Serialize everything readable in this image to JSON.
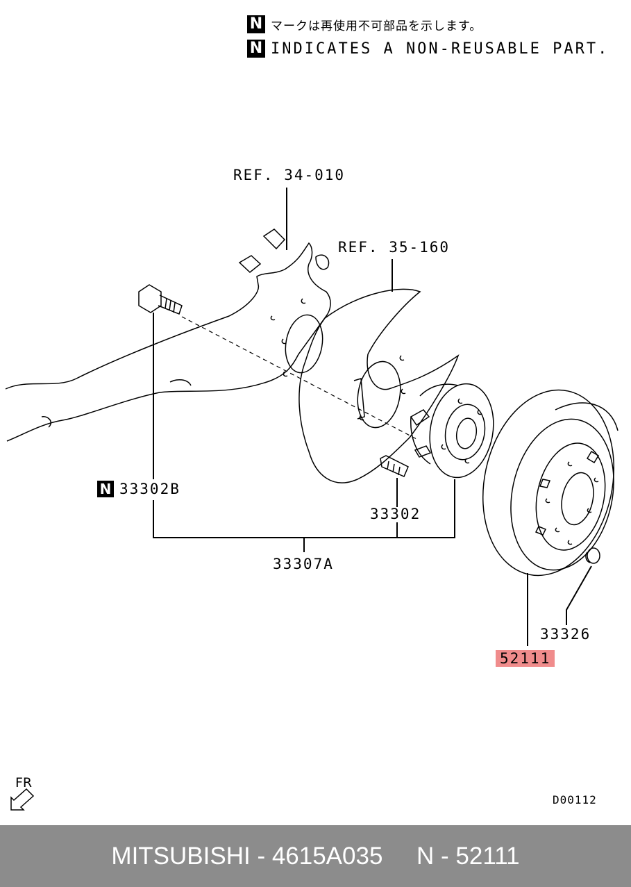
{
  "legend": {
    "badge": "N",
    "japanese": "マークは再使用不可部品を示します。",
    "english": "INDICATES A NON-REUSABLE PART."
  },
  "callouts": {
    "ref_34": "REF. 34-010",
    "ref_35": "REF. 35-160",
    "part_33302B": "33302B",
    "part_33302": "33302",
    "part_33307A": "33307A",
    "part_33326": "33326",
    "part_52111": "52111"
  },
  "highlight_color": "#f08c8c",
  "footer": {
    "text": "MITSUBISHI - 4615A035     N - 52111",
    "background": "#8c8c8c"
  },
  "fr_label": "FR",
  "drawing_id": "D00112"
}
